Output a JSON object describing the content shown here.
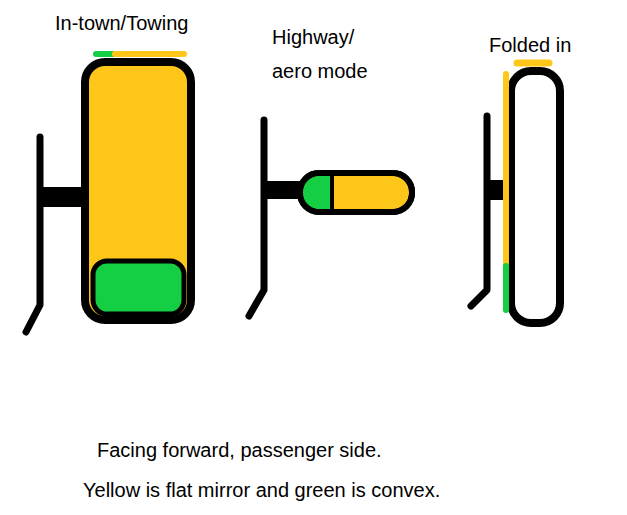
{
  "diagram": {
    "labels": [
      "In-town/Towing",
      "Highway/ aero mode",
      "Folded in",
      "Facing forward, passenger side.",
      "Yellow is flat mirror and green is convex."
    ]
  }
}
